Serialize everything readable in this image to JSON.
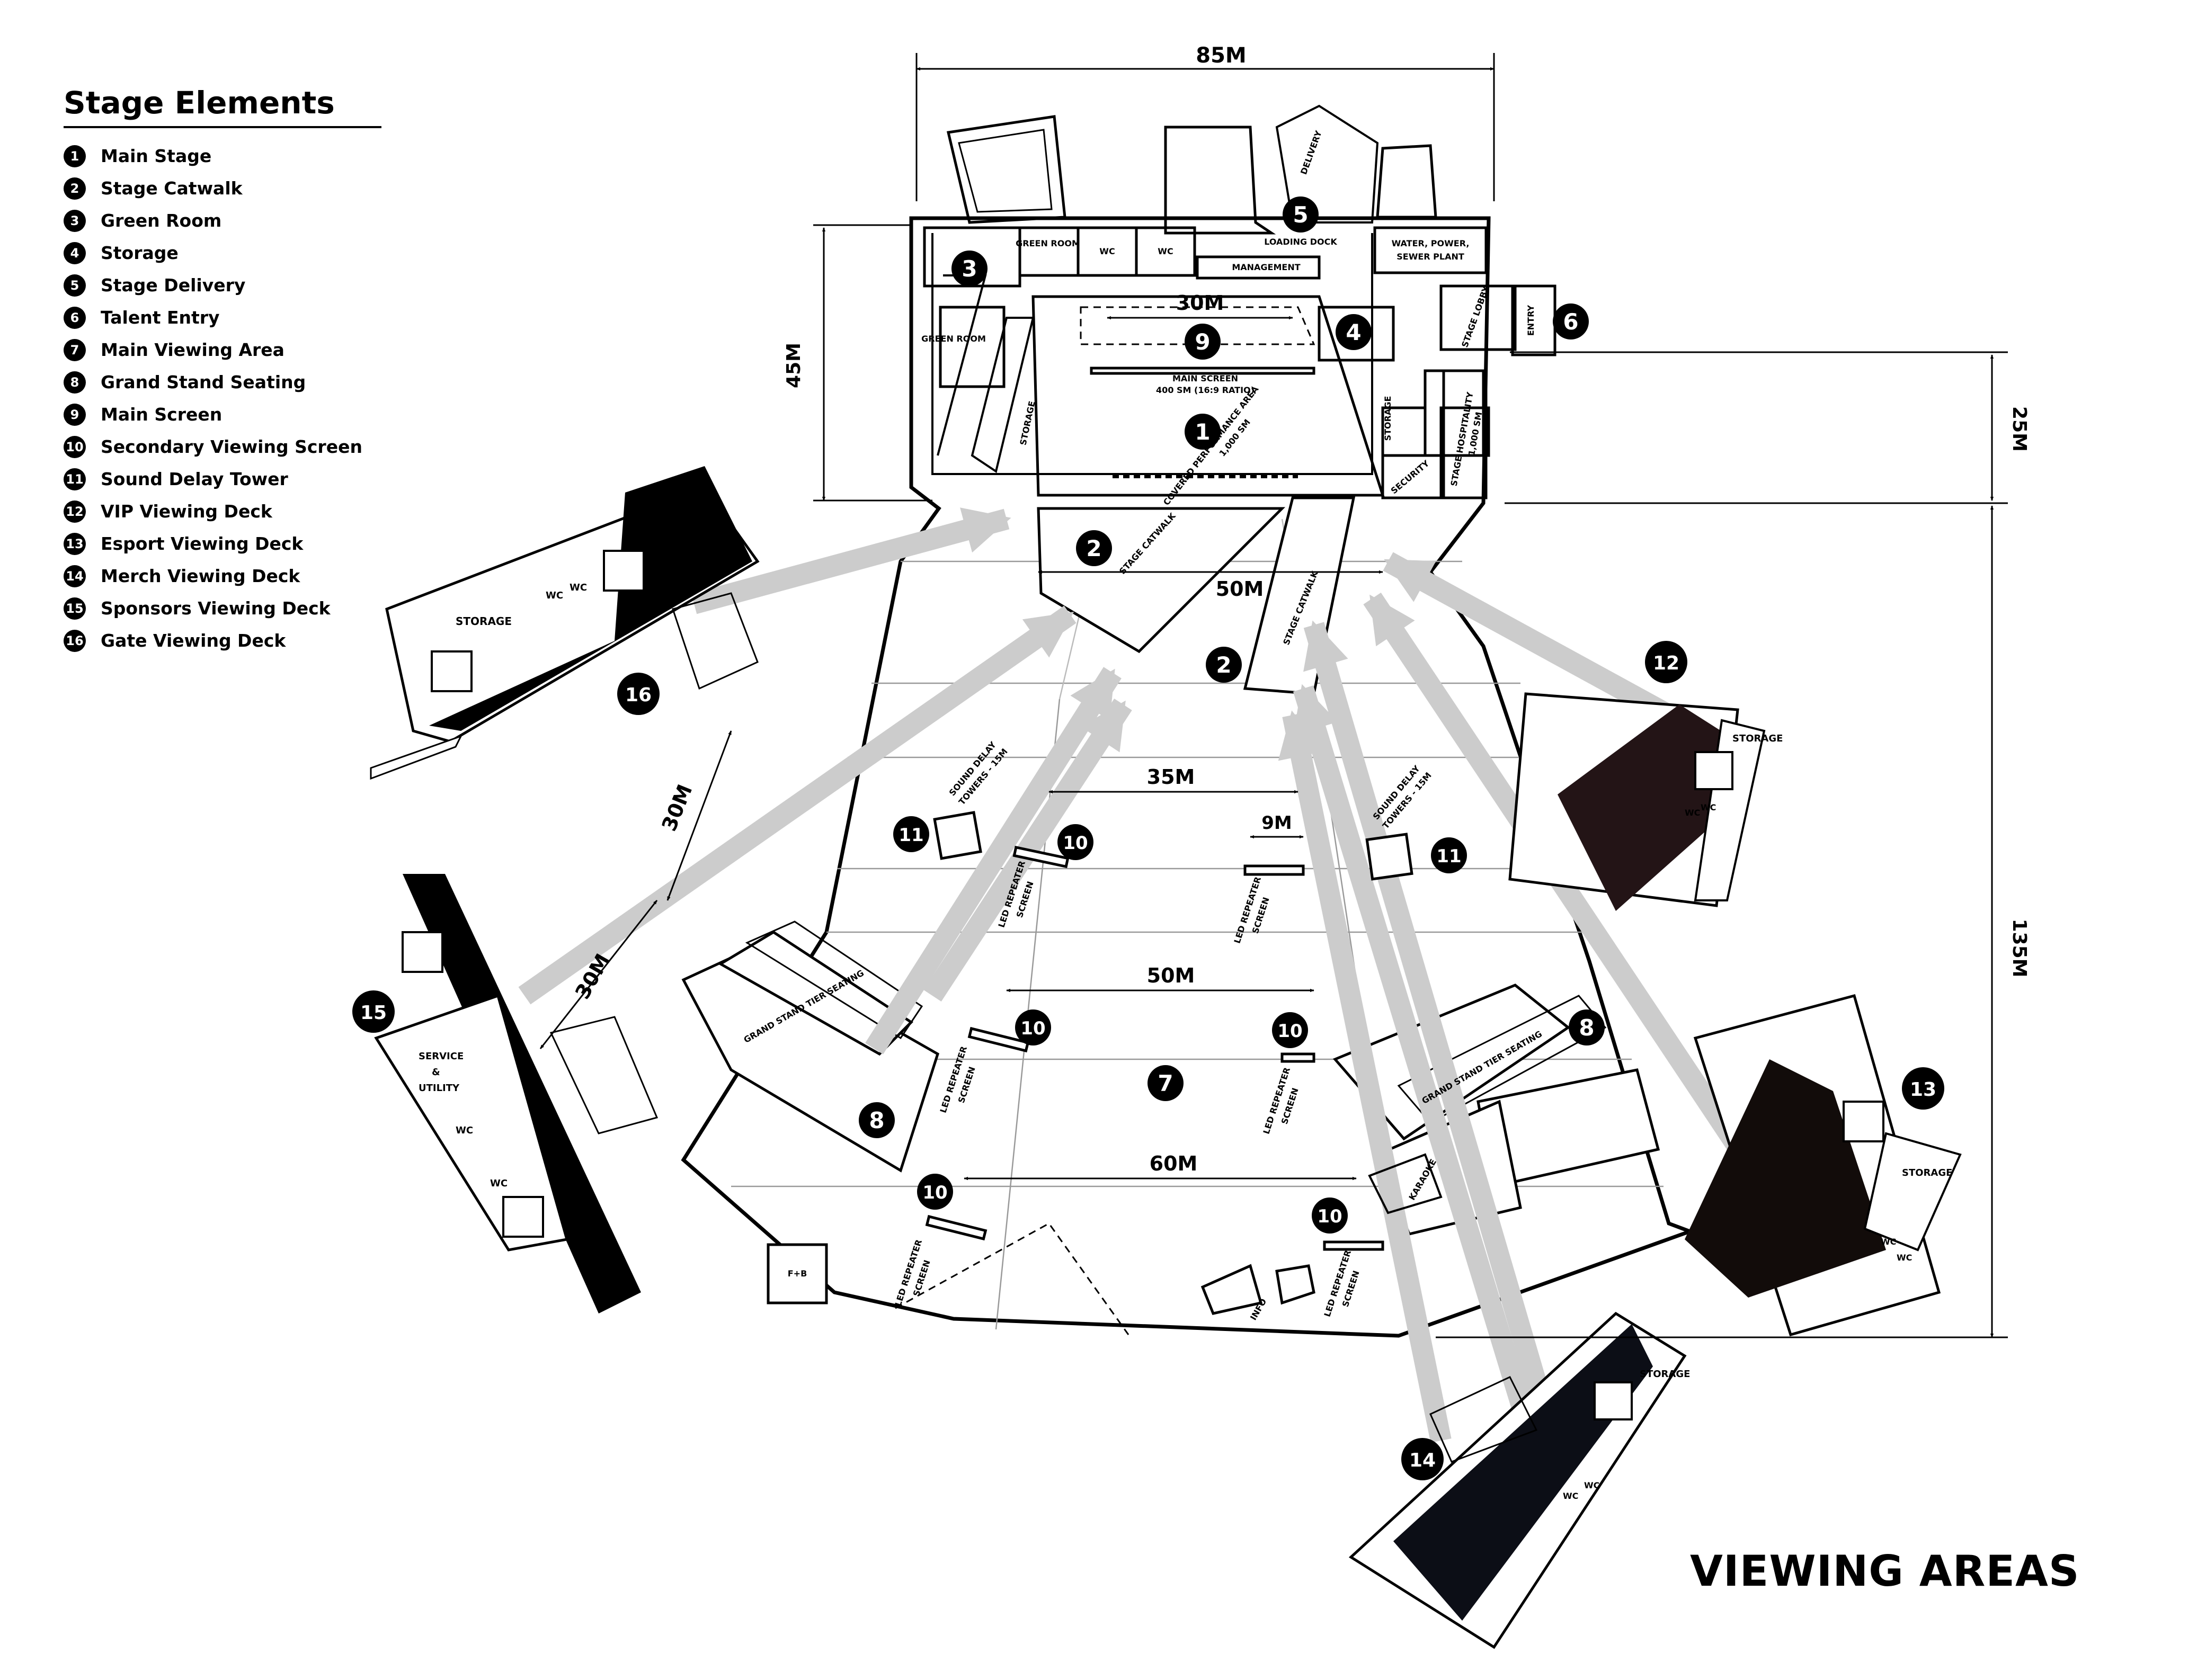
{
  "legend": {
    "title": "Stage Elements",
    "items": [
      {
        "num": "1",
        "label": "Main Stage"
      },
      {
        "num": "2",
        "label": "Stage Catwalk"
      },
      {
        "num": "3",
        "label": "Green Room"
      },
      {
        "num": "4",
        "label": "Storage"
      },
      {
        "num": "5",
        "label": "Stage Delivery"
      },
      {
        "num": "6",
        "label": "Talent Entry"
      },
      {
        "num": "7",
        "label": "Main Viewing Area"
      },
      {
        "num": "8",
        "label": "Grand Stand Seating"
      },
      {
        "num": "9",
        "label": "Main Screen"
      },
      {
        "num": "10",
        "label": "Secondary Viewing Screen"
      },
      {
        "num": "11",
        "label": "Sound Delay Tower"
      },
      {
        "num": "12",
        "label": "VIP Viewing Deck"
      },
      {
        "num": "13",
        "label": "Esport Viewing Deck"
      },
      {
        "num": "14",
        "label": "Merch Viewing Deck"
      },
      {
        "num": "15",
        "label": "Sponsors Viewing Deck"
      },
      {
        "num": "16",
        "label": "Gate Viewing Deck"
      }
    ]
  },
  "sheet_title": "VIEWING AREAS",
  "dimensions": {
    "top_width": "85M",
    "stage_depth": "45M",
    "stage_right": "25M",
    "field_right": "135M",
    "screen_width": "30M",
    "catwalk_span": "50M",
    "row_35": "35M",
    "screen_small": "9M",
    "row_50": "50M",
    "row_60": "60M",
    "deck_upper": "30M",
    "deck_lower": "30M"
  },
  "rooms": {
    "green_room_1": "GREEN ROOM",
    "green_room_2": "GREEN ROOM",
    "wc_1": "WC",
    "wc_2": "WC",
    "management": "MANAGEMENT",
    "loading_dock": "LOADING DOCK",
    "delivery": "DELIVERY",
    "water_power_1": "WATER, POWER,",
    "water_power_2": "SEWER PLANT",
    "entry": "ENTRY",
    "stage_lobby": "STAGE LOBBY",
    "storage_left": "STORAGE",
    "storage_right": "STORAGE",
    "security": "SECURITY",
    "stage_hospitality_1": "STAGE HOSPITALITY",
    "stage_hospitality_2": "1,000 SM",
    "main_screen_1": "MAIN SCREEN",
    "main_screen_2": "400 SM (16:9 RATIO)",
    "performance_1": "COVERED PERFORMANCE AREA",
    "performance_2": "1,000 SM",
    "stage_catwalk_1": "STAGE CATWALK",
    "stage_catwalk_2": "STAGE CATWALK",
    "sound_delay_l1": "SOUND DELAY",
    "sound_delay_l2": "TOWERS - 15M",
    "sound_delay_r1": "SOUND DELAY",
    "sound_delay_r2": "TOWERS - 15M",
    "led_1a": "LED REPEATER",
    "led_1b": "SCREEN",
    "led_2a": "LED REPEATER",
    "led_2b": "SCREEN",
    "led_3a": "LED REPEATER",
    "led_3b": "SCREEN",
    "led_4a": "LED REPEATER",
    "led_4b": "SCREEN",
    "led_5a": "LED REPEATER",
    "led_5b": "SCREEN",
    "led_6a": "LED REPEATER",
    "led_6b": "SCREEN",
    "grandstand_left": "GRAND STAND TIER SEATING",
    "grandstand_right": "GRAND STAND TIER SEATING",
    "karaoke": "KARAOKE",
    "info": "INFO",
    "fb": "F+B",
    "deck16_storage": "STORAGE",
    "deck16_wc1": "WC",
    "deck16_wc2": "WC",
    "deck15_service_1": "SERVICE",
    "deck15_service_2": "&",
    "deck15_service_3": "UTILITY",
    "deck15_wc1": "WC",
    "deck15_wc2": "WC",
    "deck12_storage": "STORAGE",
    "deck12_wc1": "WC",
    "deck12_wc2": "WC",
    "deck13_storage": "STORAGE",
    "deck13_wc1": "WC",
    "deck13_wc2": "WC",
    "deck14_storage": "STORAGE",
    "deck14_wc1": "WC",
    "deck14_wc2": "WC"
  },
  "markers": {
    "m1": "1",
    "m2a": "2",
    "m2b": "2",
    "m3": "3",
    "m4": "4",
    "m5": "5",
    "m6": "6",
    "m7": "7",
    "m8a": "8",
    "m8b": "8",
    "m9": "9",
    "m10a": "10",
    "m10b": "10",
    "m10c": "10",
    "m10d": "10",
    "m10e": "10",
    "m11a": "11",
    "m11b": "11",
    "m12": "12",
    "m13": "13",
    "m14": "14",
    "m15": "15",
    "m16": "16"
  }
}
